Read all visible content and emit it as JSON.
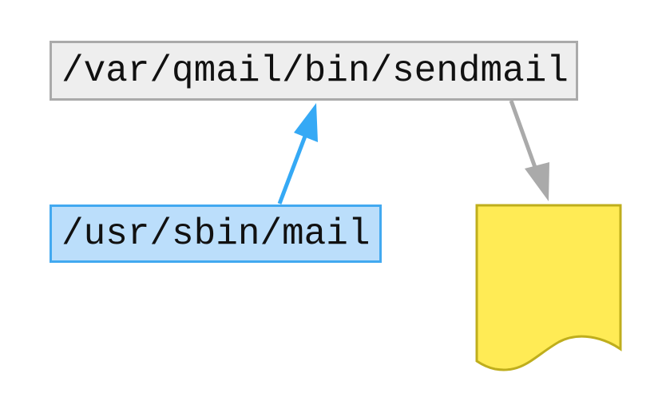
{
  "nodes": {
    "sendmail": {
      "label": "/var/qmail/bin/sendmail"
    },
    "mail": {
      "label": "/usr/sbin/mail"
    },
    "document": {
      "shape": "document",
      "fill": "#ffeb55",
      "stroke": "#bfae1c"
    }
  },
  "edges": [
    {
      "from": "mail",
      "to": "sendmail",
      "color": "#35a9f5"
    },
    {
      "from": "sendmail",
      "to": "document",
      "color": "#aaaaaa"
    }
  ]
}
